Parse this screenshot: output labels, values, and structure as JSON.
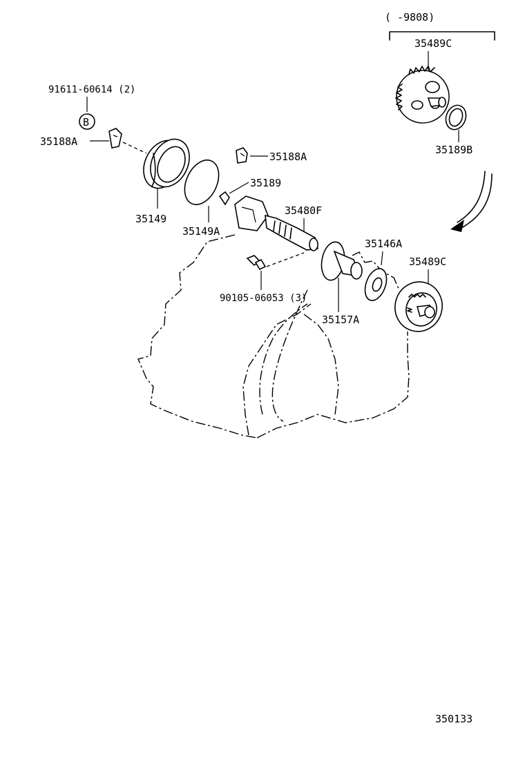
{
  "range_note": "(       -9808)",
  "diagram_number": "350133",
  "labels": {
    "p35489C_top": "35489C",
    "p35489C_low": "35489C",
    "p35189B": "35189B",
    "bolt_b": "91611-60614 (2)",
    "ref_b": "B",
    "p35188A_left": "35188A",
    "p35188A_mid": "35188A",
    "p35189": "35189",
    "p35149": "35149",
    "p35149A": "35149A",
    "p35480F": "35480F",
    "p35146A": "35146A",
    "p35157A": "35157A",
    "bolt_c": "90105-06053 (3)"
  }
}
